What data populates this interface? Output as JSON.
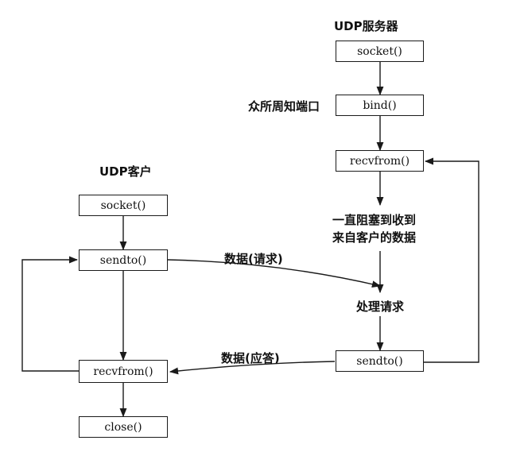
{
  "server": {
    "title": "UDP服务器",
    "socket": "socket()",
    "bind": "bind()",
    "bind_note": "众所周知端口",
    "recvfrom": "recvfrom()",
    "block_note_line1": "一直阻塞到收到",
    "block_note_line2": "来自客户的数据",
    "process": "处理请求",
    "sendto": "sendto()"
  },
  "client": {
    "title": "UDP客户",
    "socket": "socket()",
    "sendto": "sendto()",
    "recvfrom": "recvfrom()",
    "close": "close()"
  },
  "messages": {
    "request": "数据(请求)",
    "reply": "数据(应答)"
  }
}
